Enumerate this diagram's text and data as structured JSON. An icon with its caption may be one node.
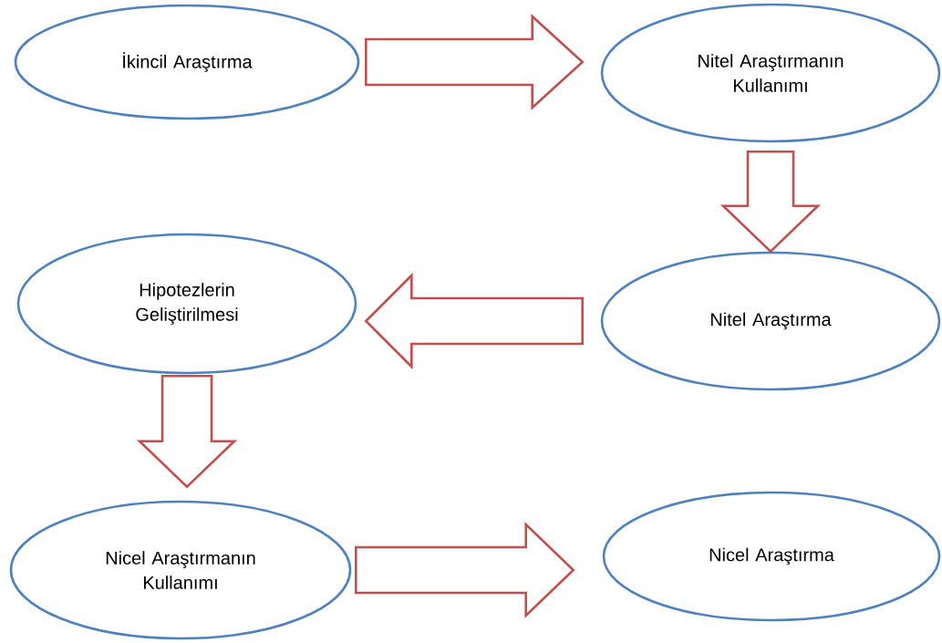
{
  "diagram": {
    "nodes": [
      {
        "text": [
          "İkincil Araştırma"
        ]
      },
      {
        "text": [
          "Nitel Araştırmanın Kullanımı"
        ]
      },
      {
        "text": [
          "Nitel Araştırma"
        ]
      },
      {
        "text": [
          "Hipotezlerin Geliştirilmesi"
        ]
      },
      {
        "text": [
          "Nicel Araştırmanın Kullanımı"
        ]
      },
      {
        "text": [
          "Nicel Araştırma"
        ]
      }
    ],
    "edges": [
      {
        "from": 0,
        "to": 1,
        "arrow": "to"
      },
      {
        "from": 1,
        "to": 2,
        "arrow": "to"
      },
      {
        "from": 2,
        "to": 3,
        "arrow": "to"
      },
      {
        "from": 3,
        "to": 4,
        "arrow": "to"
      },
      {
        "from": 4,
        "to": 5,
        "arrow": "to"
      }
    ]
  }
}
